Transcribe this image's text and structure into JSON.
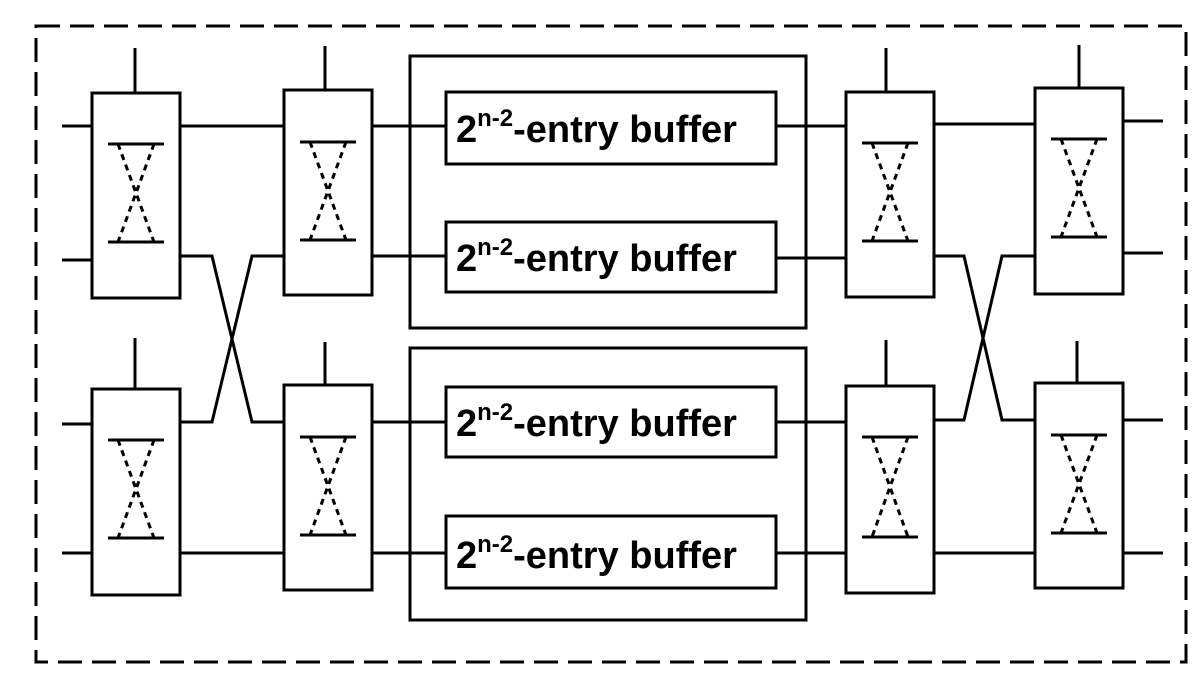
{
  "buffers": [
    {
      "base": "2",
      "exponent": "n-2",
      "suffix": "-entry buffer"
    },
    {
      "base": "2",
      "exponent": "n-2",
      "suffix": "-entry buffer"
    },
    {
      "base": "2",
      "exponent": "n-2",
      "suffix": "-entry buffer"
    },
    {
      "base": "2",
      "exponent": "n-2",
      "suffix": "-entry buffer"
    }
  ]
}
